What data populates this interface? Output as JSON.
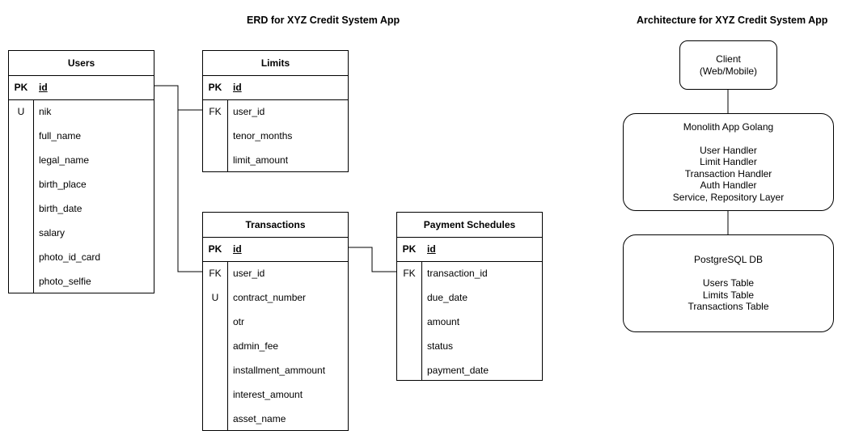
{
  "titles": {
    "erd": "ERD for XYZ Credit System App",
    "architecture": "Architecture for XYZ Credit System App"
  },
  "entities": {
    "users": {
      "name": "Users",
      "pk": {
        "key": "PK",
        "name": "id"
      },
      "fields": [
        {
          "key": "U",
          "name": "nik"
        },
        {
          "key": "",
          "name": "full_name"
        },
        {
          "key": "",
          "name": "legal_name"
        },
        {
          "key": "",
          "name": "birth_place"
        },
        {
          "key": "",
          "name": "birth_date"
        },
        {
          "key": "",
          "name": "salary"
        },
        {
          "key": "",
          "name": "photo_id_card"
        },
        {
          "key": "",
          "name": "photo_selfie"
        }
      ]
    },
    "limits": {
      "name": "Limits",
      "pk": {
        "key": "PK",
        "name": "id"
      },
      "fields": [
        {
          "key": "FK",
          "name": "user_id"
        },
        {
          "key": "",
          "name": "tenor_months"
        },
        {
          "key": "",
          "name": "limit_amount"
        }
      ]
    },
    "transactions": {
      "name": "Transactions",
      "pk": {
        "key": "PK",
        "name": "id"
      },
      "fields": [
        {
          "key": "FK",
          "name": "user_id"
        },
        {
          "key": "U",
          "name": "contract_number"
        },
        {
          "key": "",
          "name": "otr"
        },
        {
          "key": "",
          "name": "admin_fee"
        },
        {
          "key": "",
          "name": "installment_ammount"
        },
        {
          "key": "",
          "name": "interest_amount"
        },
        {
          "key": "",
          "name": "asset_name"
        }
      ]
    },
    "payment_schedules": {
      "name": "Payment Schedules",
      "pk": {
        "key": "PK",
        "name": "id"
      },
      "fields": [
        {
          "key": "FK",
          "name": "transaction_id"
        },
        {
          "key": "",
          "name": "due_date"
        },
        {
          "key": "",
          "name": "amount"
        },
        {
          "key": "",
          "name": "status"
        },
        {
          "key": "",
          "name": "payment_date"
        }
      ]
    }
  },
  "architecture": {
    "client": {
      "lines": [
        "Client",
        "(Web/Mobile)"
      ]
    },
    "app": {
      "title": "Monolith App Golang",
      "lines": [
        "User Handler",
        "Limit Handler",
        "Transaction Handler",
        "Auth Handler",
        "Service, Repository Layer"
      ]
    },
    "db": {
      "title": "PostgreSQL DB",
      "lines": [
        "Users Table",
        "Limits Table",
        "Transactions Table"
      ]
    }
  }
}
